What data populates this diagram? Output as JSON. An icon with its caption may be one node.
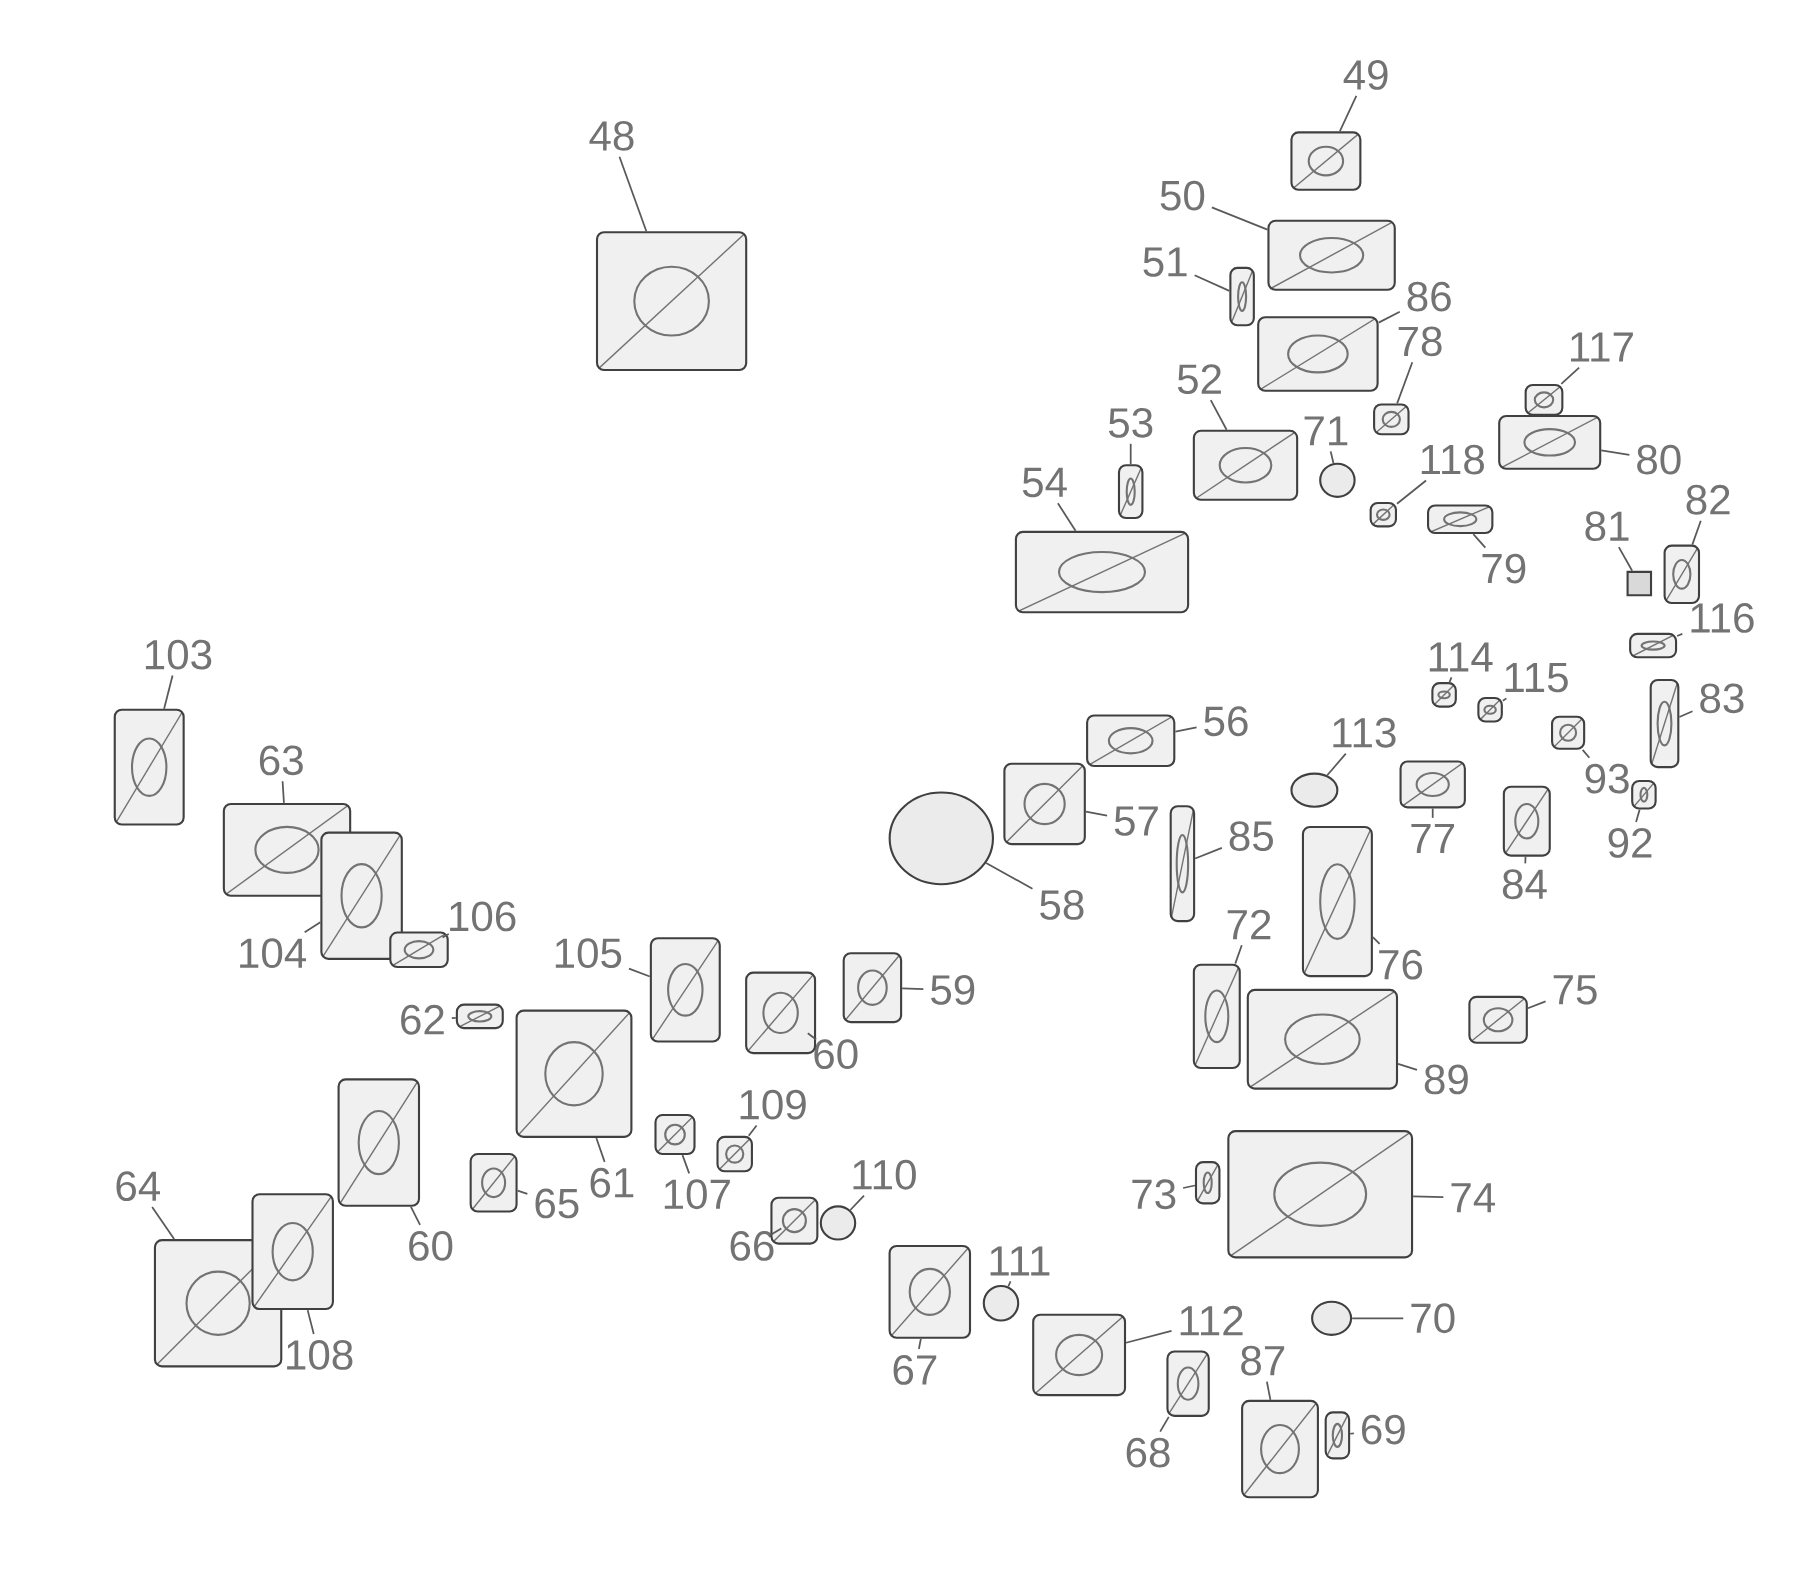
{
  "diagram": {
    "nodes": [
      {
        "text": [
          "48"
        ]
      },
      {
        "text": [],
        "shape": "picture"
      },
      {
        "text": [
          "49"
        ]
      },
      {
        "text": [],
        "shape": "picture"
      },
      {
        "text": [
          "50"
        ]
      },
      {
        "text": [],
        "shape": "picture"
      },
      {
        "text": [
          "51"
        ]
      },
      {
        "text": [],
        "shape": "picture"
      },
      {
        "text": [
          "86"
        ]
      },
      {
        "text": [],
        "shape": "picture"
      },
      {
        "text": [
          "52"
        ]
      },
      {
        "text": [],
        "shape": "picture"
      },
      {
        "text": [
          "78"
        ]
      },
      {
        "text": [],
        "shape": "picture"
      },
      {
        "text": [
          "71"
        ]
      },
      {
        "text": [],
        "shape": "circle"
      },
      {
        "text": [
          "118"
        ]
      },
      {
        "text": [],
        "shape": "picture"
      },
      {
        "text": [
          "53"
        ]
      },
      {
        "text": [],
        "shape": "picture"
      },
      {
        "text": [
          "54"
        ]
      },
      {
        "text": [],
        "shape": "picture"
      },
      {
        "text": [
          "117"
        ]
      },
      {
        "text": [],
        "shape": "picture"
      },
      {
        "text": [
          "80"
        ]
      },
      {
        "text": [],
        "shape": "picture"
      },
      {
        "text": [
          "79"
        ]
      },
      {
        "text": [],
        "shape": "picture"
      },
      {
        "text": [
          "81"
        ]
      },
      {
        "text": [],
        "shape": "box"
      },
      {
        "text": [
          "82"
        ]
      },
      {
        "text": [],
        "shape": "picture"
      },
      {
        "text": [
          "116"
        ]
      },
      {
        "text": [],
        "shape": "picture"
      },
      {
        "text": [
          "114"
        ]
      },
      {
        "text": [],
        "shape": "picture"
      },
      {
        "text": [
          "115"
        ]
      },
      {
        "text": [],
        "shape": "picture"
      },
      {
        "text": [
          "83"
        ]
      },
      {
        "text": [],
        "shape": "picture"
      },
      {
        "text": [
          "93"
        ]
      },
      {
        "text": [],
        "shape": "picture"
      },
      {
        "text": [
          "92"
        ]
      },
      {
        "text": [],
        "shape": "picture"
      },
      {
        "text": [
          "77"
        ]
      },
      {
        "text": [],
        "shape": "picture"
      },
      {
        "text": [
          "84"
        ]
      },
      {
        "text": [],
        "shape": "picture"
      },
      {
        "text": [
          "113"
        ]
      },
      {
        "text": [],
        "shape": "circle"
      },
      {
        "text": [
          "56"
        ]
      },
      {
        "text": [],
        "shape": "picture"
      },
      {
        "text": [
          "57"
        ]
      },
      {
        "text": [],
        "shape": "picture"
      },
      {
        "text": [
          "58"
        ]
      },
      {
        "text": [],
        "shape": "circle"
      },
      {
        "text": [
          "85"
        ]
      },
      {
        "text": [],
        "shape": "picture"
      },
      {
        "text": [
          "72"
        ]
      },
      {
        "text": [],
        "shape": "picture"
      },
      {
        "text": [
          "76"
        ]
      },
      {
        "text": [],
        "shape": "picture"
      },
      {
        "text": [
          "75"
        ]
      },
      {
        "text": [],
        "shape": "picture"
      },
      {
        "text": [
          "89"
        ]
      },
      {
        "text": [],
        "shape": "picture"
      },
      {
        "text": [
          "74"
        ]
      },
      {
        "text": [],
        "shape": "picture"
      },
      {
        "text": [
          "73"
        ]
      },
      {
        "text": [],
        "shape": "picture"
      },
      {
        "text": [
          "70"
        ]
      },
      {
        "text": [],
        "shape": "circle"
      },
      {
        "text": [
          "59"
        ]
      },
      {
        "text": [],
        "shape": "picture"
      },
      {
        "text": [
          "60"
        ]
      },
      {
        "text": [],
        "shape": "picture"
      },
      {
        "text": [
          "105"
        ]
      },
      {
        "text": [],
        "shape": "picture"
      },
      {
        "text": [
          "103"
        ]
      },
      {
        "text": [],
        "shape": "picture"
      },
      {
        "text": [
          "63"
        ]
      },
      {
        "text": [],
        "shape": "picture"
      },
      {
        "text": [
          "104"
        ]
      },
      {
        "text": [],
        "shape": "picture"
      },
      {
        "text": [
          "106"
        ]
      },
      {
        "text": [],
        "shape": "picture"
      },
      {
        "text": [
          "62"
        ]
      },
      {
        "text": [],
        "shape": "picture"
      },
      {
        "text": [
          "61"
        ]
      },
      {
        "text": [],
        "shape": "picture"
      },
      {
        "text": [
          "109"
        ]
      },
      {
        "text": [],
        "shape": "picture"
      },
      {
        "text": [
          "107"
        ]
      },
      {
        "text": [],
        "shape": "picture"
      },
      {
        "text": [
          "65"
        ]
      },
      {
        "text": [],
        "shape": "picture"
      },
      {
        "text": [
          "60"
        ]
      },
      {
        "text": [],
        "shape": "picture"
      },
      {
        "text": [
          "64"
        ]
      },
      {
        "text": [],
        "shape": "picture"
      },
      {
        "text": [
          "108"
        ]
      },
      {
        "text": [],
        "shape": "picture"
      },
      {
        "text": [
          "66"
        ]
      },
      {
        "text": [],
        "shape": "picture"
      },
      {
        "text": [
          "110"
        ]
      },
      {
        "text": [],
        "shape": "circle"
      },
      {
        "text": [
          "67"
        ]
      },
      {
        "text": [],
        "shape": "picture"
      },
      {
        "text": [
          "111"
        ]
      },
      {
        "text": [],
        "shape": "circle"
      },
      {
        "text": [
          "112"
        ]
      },
      {
        "text": [],
        "shape": "picture"
      },
      {
        "text": [
          "69"
        ]
      },
      {
        "text": [],
        "shape": "picture"
      },
      {
        "text": [
          "87"
        ]
      },
      {
        "text": [],
        "shape": "picture"
      },
      {
        "text": [
          "68"
        ]
      },
      {
        "text": [],
        "shape": "picture"
      }
    ],
    "edges": [
      {
        "from": 0,
        "to": 1,
        "arrow": "none"
      },
      {
        "from": 2,
        "to": 3,
        "arrow": "none"
      },
      {
        "from": 4,
        "to": 5,
        "arrow": "none"
      },
      {
        "from": 6,
        "to": 7,
        "arrow": "none"
      },
      {
        "from": 8,
        "to": 9,
        "arrow": "none"
      },
      {
        "from": 10,
        "to": 11,
        "arrow": "none"
      },
      {
        "from": 12,
        "to": 13,
        "arrow": "none"
      },
      {
        "from": 14,
        "to": 15,
        "arrow": "none"
      },
      {
        "from": 16,
        "to": 17,
        "arrow": "none"
      },
      {
        "from": 18,
        "to": 19,
        "arrow": "none"
      },
      {
        "from": 20,
        "to": 21,
        "arrow": "none"
      },
      {
        "from": 22,
        "to": 23,
        "arrow": "none"
      },
      {
        "from": 24,
        "to": 25,
        "arrow": "none"
      },
      {
        "from": 26,
        "to": 27,
        "arrow": "none"
      },
      {
        "from": 28,
        "to": 29,
        "arrow": "none"
      },
      {
        "from": 30,
        "to": 31,
        "arrow": "none"
      },
      {
        "from": 32,
        "to": 33,
        "arrow": "none"
      },
      {
        "from": 34,
        "to": 35,
        "arrow": "none"
      },
      {
        "from": 36,
        "to": 37,
        "arrow": "none"
      },
      {
        "from": 38,
        "to": 39,
        "arrow": "none"
      },
      {
        "from": 40,
        "to": 41,
        "arrow": "none"
      },
      {
        "from": 42,
        "to": 43,
        "arrow": "none"
      },
      {
        "from": 44,
        "to": 45,
        "arrow": "none"
      },
      {
        "from": 46,
        "to": 47,
        "arrow": "none"
      },
      {
        "from": 48,
        "to": 49,
        "arrow": "none"
      },
      {
        "from": 50,
        "to": 51,
        "arrow": "none"
      },
      {
        "from": 52,
        "to": 53,
        "arrow": "none"
      },
      {
        "from": 54,
        "to": 55,
        "arrow": "none"
      },
      {
        "from": 56,
        "to": 57,
        "arrow": "none"
      },
      {
        "from": 58,
        "to": 59,
        "arrow": "none"
      },
      {
        "from": 60,
        "to": 61,
        "arrow": "none"
      },
      {
        "from": 62,
        "to": 63,
        "arrow": "none"
      },
      {
        "from": 64,
        "to": 65,
        "arrow": "none"
      },
      {
        "from": 66,
        "to": 67,
        "arrow": "none"
      },
      {
        "from": 68,
        "to": 69,
        "arrow": "none"
      },
      {
        "from": 70,
        "to": 71,
        "arrow": "none"
      },
      {
        "from": 72,
        "to": 73,
        "arrow": "none"
      },
      {
        "from": 74,
        "to": 75,
        "arrow": "none"
      },
      {
        "from": 76,
        "to": 77,
        "arrow": "none"
      },
      {
        "from": 78,
        "to": 79,
        "arrow": "none"
      },
      {
        "from": 80,
        "to": 81,
        "arrow": "none"
      },
      {
        "from": 82,
        "to": 83,
        "arrow": "none"
      },
      {
        "from": 84,
        "to": 85,
        "arrow": "none"
      },
      {
        "from": 86,
        "to": 87,
        "arrow": "none"
      },
      {
        "from": 88,
        "to": 89,
        "arrow": "none"
      },
      {
        "from": 90,
        "to": 91,
        "arrow": "none"
      },
      {
        "from": 92,
        "to": 93,
        "arrow": "none"
      },
      {
        "from": 94,
        "to": 95,
        "arrow": "none"
      },
      {
        "from": 96,
        "to": 97,
        "arrow": "none"
      },
      {
        "from": 98,
        "to": 99,
        "arrow": "none"
      },
      {
        "from": 100,
        "to": 101,
        "arrow": "none"
      },
      {
        "from": 102,
        "to": 103,
        "arrow": "none"
      },
      {
        "from": 104,
        "to": 105,
        "arrow": "none"
      },
      {
        "from": 106,
        "to": 107,
        "arrow": "none"
      },
      {
        "from": 108,
        "to": 109,
        "arrow": "none"
      },
      {
        "from": 110,
        "to": 111,
        "arrow": "none"
      },
      {
        "from": 112,
        "to": 113,
        "arrow": "none"
      },
      {
        "from": 114,
        "to": 115,
        "arrow": "none"
      },
      {
        "from": 116,
        "to": 117,
        "arrow": "none"
      }
    ]
  }
}
